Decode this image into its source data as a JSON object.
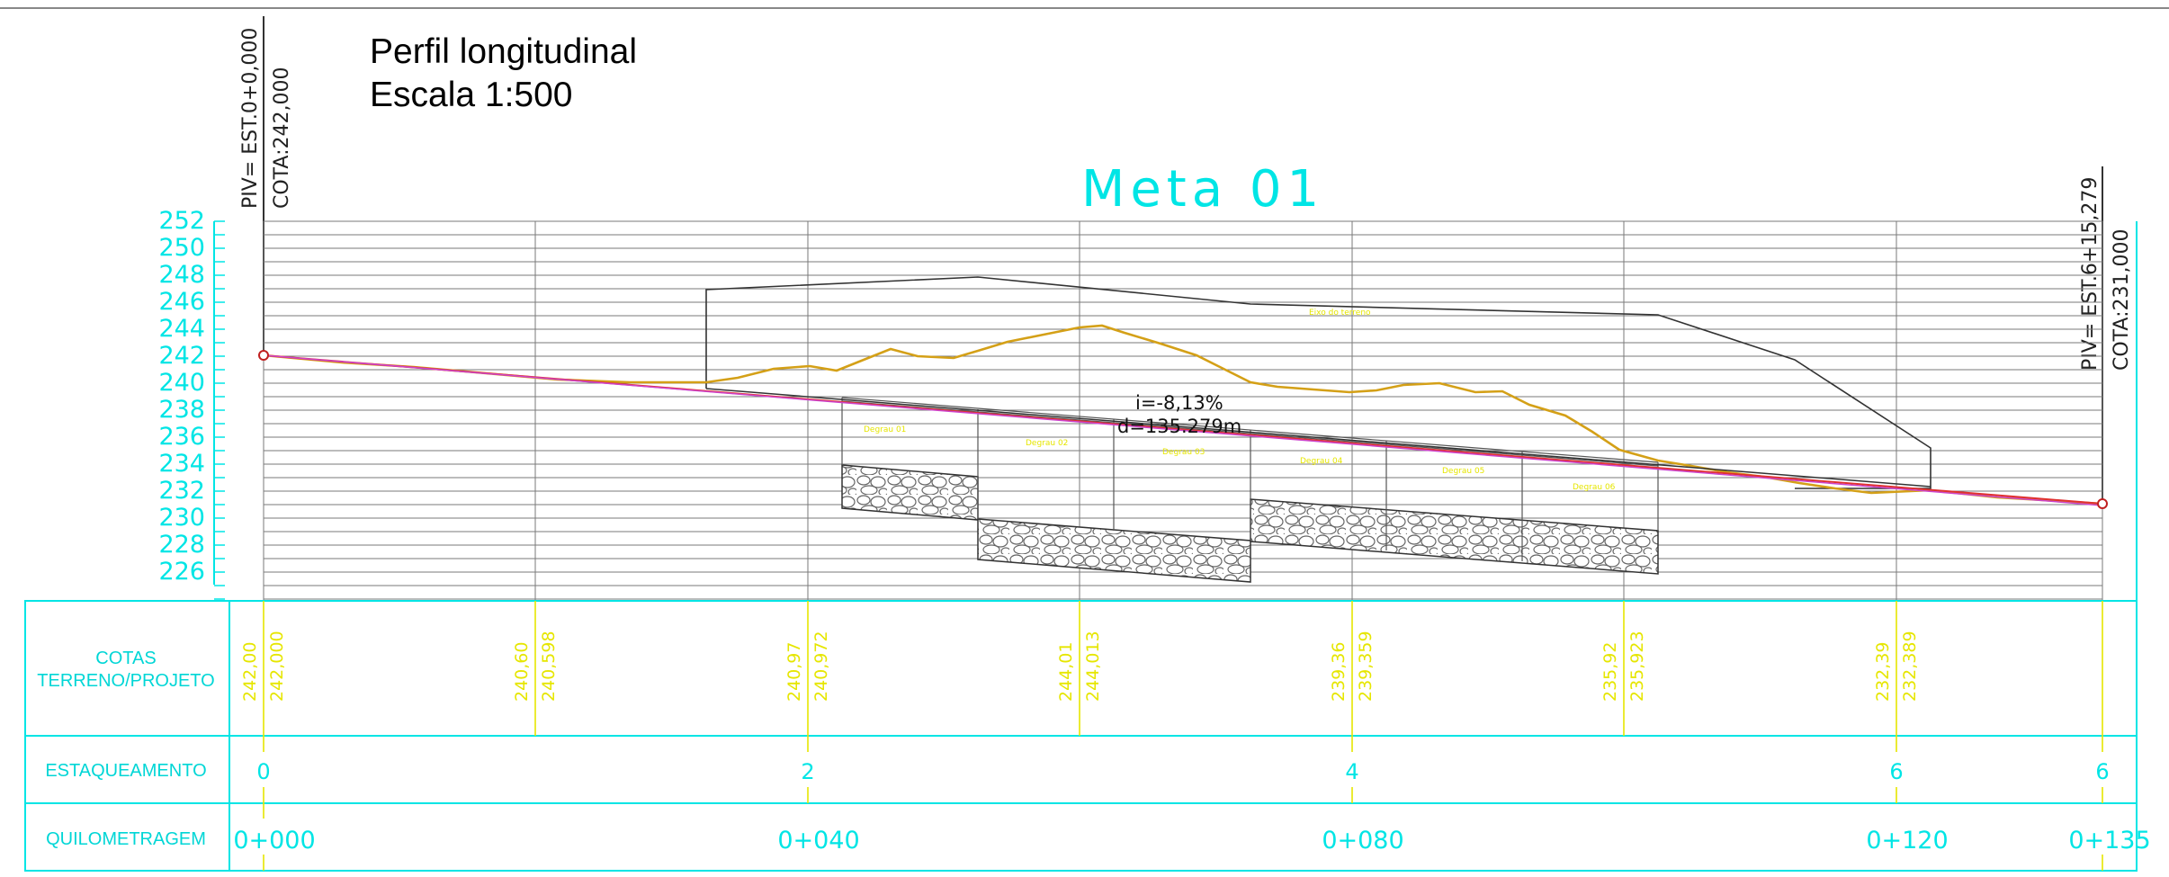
{
  "title": {
    "line1": "Perfil longitudinal",
    "line2": "Escala 1:500"
  },
  "meta_label": "Meta  01",
  "piv_start": {
    "piv": "PIV=  EST.0+0,000",
    "cota": "COTA:242,000"
  },
  "piv_end": {
    "piv": "PIV=  EST.6+15,279",
    "cota": "COTA:231,000"
  },
  "grade": {
    "slope": "i=-8,13%",
    "distance": "d=135.279m"
  },
  "y_axis_labels": [
    "252",
    "250",
    "248",
    "246",
    "244",
    "242",
    "240",
    "238",
    "236",
    "234",
    "232",
    "230",
    "228",
    "226"
  ],
  "table": {
    "row_cotas_label_1": "COTAS",
    "row_cotas_label_2": "TERRENO/PROJETO",
    "row_est_label": "ESTAQUEAMENTO",
    "row_km_label": "QUILOMETRAGEM",
    "cotas": [
      {
        "terreno": "242,00",
        "projeto": "242,000"
      },
      {
        "terreno": "240,60",
        "projeto": "240,598"
      },
      {
        "terreno": "240,97",
        "projeto": "240,972"
      },
      {
        "terreno": "244,01",
        "projeto": "244,013"
      },
      {
        "terreno": "239,36",
        "projeto": "239,359"
      },
      {
        "terreno": "235,92",
        "projeto": "235,923"
      },
      {
        "terreno": "232,39",
        "projeto": "232,389"
      }
    ],
    "estacas": [
      "0",
      "2",
      "4",
      "6",
      "6"
    ],
    "km": [
      "0+000",
      "0+040",
      "0+080",
      "0+120",
      "0+135"
    ]
  },
  "small_labels": [
    "Degrau 01",
    "Degrau 02",
    "Degrau 03",
    "Degrau 04",
    "Degrau 05",
    "Degrau 06",
    "Eixo do terreno"
  ],
  "colors": {
    "grid": "#7a7a7a",
    "cyan": "#00e5e5",
    "yellow": "#e6e600",
    "terrain": "#d4a017",
    "project_red": "#e03030",
    "project_magenta": "#cc44cc"
  }
}
